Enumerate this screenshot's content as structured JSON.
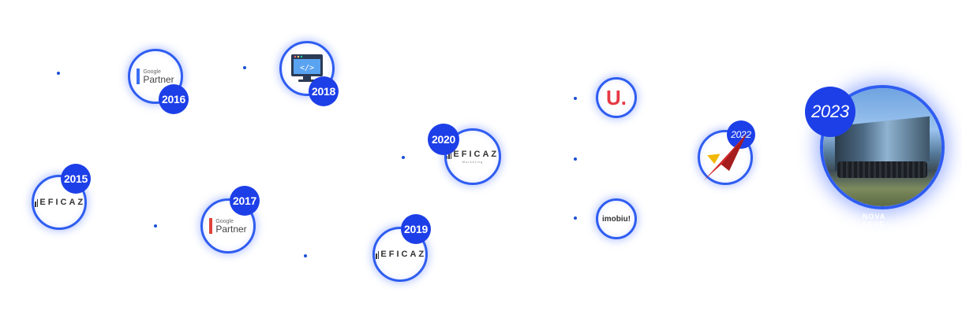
{
  "milestones": [
    {
      "year": "2015",
      "logo": "eficaz-logo",
      "logo_text": "EFICAZ"
    },
    {
      "year": "2016",
      "logo": "google-partner-logo",
      "logo_small": "Google",
      "logo_text": "Partner"
    },
    {
      "year": "2017",
      "logo": "google-partner-logo",
      "logo_small": "Google",
      "logo_text": "Partner"
    },
    {
      "year": "2018",
      "logo": "code-monitor-icon"
    },
    {
      "year": "2019",
      "logo": "eficaz-logo",
      "logo_text": "EFICAZ"
    },
    {
      "year": "2020",
      "logo": "eficaz-logo",
      "logo_text": "EFICAZ",
      "logo_sub": "Marketing"
    },
    {
      "year": "",
      "logo": "u-logo",
      "logo_text": "U."
    },
    {
      "year": "",
      "logo": "imobiu-logo",
      "logo_text": "imobiu!"
    },
    {
      "year": "2022",
      "logo": "arrow-logo"
    },
    {
      "year": "2023",
      "logo": "headquarters-photo",
      "caption": "NOVA SEDE"
    }
  ],
  "colors": {
    "accent": "#1d3fe8",
    "ring": "#2f5df0",
    "dot": "#1a4fd6",
    "brand_red": "#e63946"
  }
}
